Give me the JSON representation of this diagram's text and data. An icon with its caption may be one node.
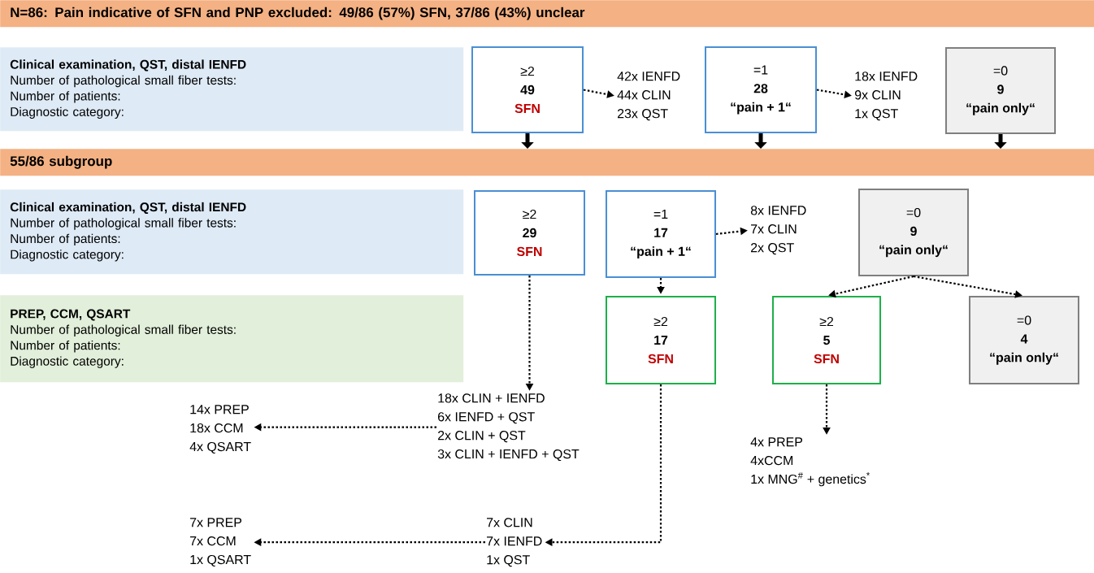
{
  "diagram": {
    "nodes": [
      {
        "text": [
          "N=86: Pain indicative of SFN and PNP excluded: 49/86 (57%) SFN, 37/86 (43%) unclear"
        ]
      },
      {
        "text": [
          "Clinical examination, QST, distal IENFD",
          "Number of pathological small fiber tests:",
          "Number of patients:",
          "Diagnostic category:"
        ]
      },
      {
        "text": [
          "≥2",
          "49",
          "SFN"
        ]
      },
      {
        "text": [
          "42x IENFD",
          "44x CLIN",
          "23x QST"
        ]
      },
      {
        "text": [
          "=1",
          "28",
          "“pain + 1“"
        ]
      },
      {
        "text": [
          "18x IENFD",
          "9x CLIN",
          "1x QST"
        ]
      },
      {
        "text": [
          "=0",
          "9",
          "“pain only“"
        ]
      },
      {
        "text": [
          "55/86 subgroup"
        ]
      },
      {
        "text": [
          "Clinical examination, QST, distal IENFD",
          "Number of pathological small fiber tests:",
          "Number of patients:",
          "Diagnostic category:"
        ]
      },
      {
        "text": [
          "≥2",
          "29",
          "SFN"
        ]
      },
      {
        "text": [
          "=1",
          "17",
          "“pain + 1“"
        ]
      },
      {
        "text": [
          "8x IENFD",
          "7x CLIN",
          "2x QST"
        ]
      },
      {
        "text": [
          "=0",
          "9",
          "“pain only“"
        ]
      },
      {
        "text": [
          "PREP, CCM, QSART",
          "Number of pathological small fiber tests:",
          "Number of patients:",
          "Diagnostic category:"
        ]
      },
      {
        "text": [
          "≥2",
          "17",
          "SFN"
        ]
      },
      {
        "text": [
          "≥2",
          "5",
          "SFN"
        ]
      },
      {
        "text": [
          "=0",
          "4",
          "“pain only“"
        ]
      },
      {
        "text": [
          "18x CLIN + IENFD",
          "6x IENFD + QST",
          "2x CLIN + QST",
          "3x CLIN + IENFD + QST"
        ]
      },
      {
        "text": [
          "14x PREP",
          "18x CCM",
          "4x QSART"
        ]
      },
      {
        "text": [
          "4x PREP",
          "4xCCM",
          "1x MNG$^{#}$ + genetics$^{*}$"
        ]
      },
      {
        "text": [
          "7x CLIN",
          "7x IENFD",
          "1x QST"
        ]
      },
      {
        "text": [
          "7x PREP",
          "7x CCM",
          "1x QSART"
        ]
      }
    ],
    "edges": [
      {
        "from": 2,
        "to": 3,
        "arrow": "to",
        "style": "dashed"
      },
      {
        "from": 4,
        "to": 5,
        "arrow": "to",
        "style": "dashed"
      },
      {
        "from": 2,
        "to": 7,
        "arrow": "to",
        "style": "thick"
      },
      {
        "from": 4,
        "to": 7,
        "arrow": "to",
        "style": "thick"
      },
      {
        "from": 6,
        "to": 7,
        "arrow": "to",
        "style": "thick"
      },
      {
        "from": 10,
        "to": 11,
        "arrow": "to",
        "style": "dashed"
      },
      {
        "from": 9,
        "to": 17,
        "arrow": "to",
        "style": "dashed"
      },
      {
        "from": 10,
        "to": 14,
        "arrow": "to",
        "style": "dashed"
      },
      {
        "from": 12,
        "to": 15,
        "arrow": "to",
        "style": "dashed"
      },
      {
        "from": 12,
        "to": 16,
        "arrow": "to",
        "style": "dashed"
      },
      {
        "from": 17,
        "to": 18,
        "arrow": "to",
        "style": "dashed"
      },
      {
        "from": 14,
        "to": 20,
        "arrow": "to",
        "style": "dashed"
      },
      {
        "from": 20,
        "to": 21,
        "arrow": "to",
        "style": "dashed"
      },
      {
        "from": 15,
        "to": 19,
        "arrow": "to",
        "style": "dashed"
      }
    ]
  }
}
